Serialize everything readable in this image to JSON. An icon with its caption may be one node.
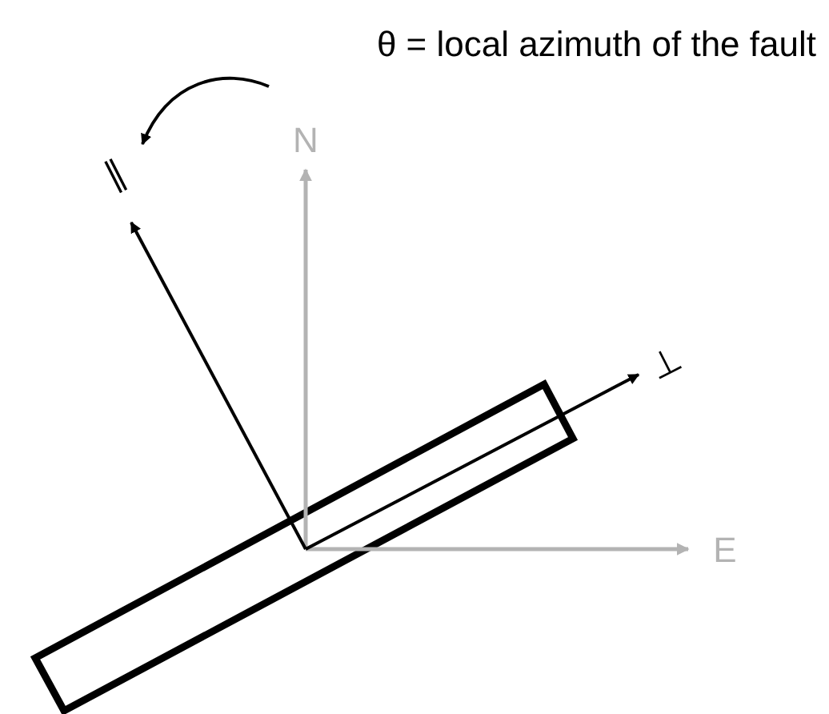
{
  "diagram": {
    "title": "θ = local azimuth of the fault",
    "labels": [
      "N",
      "∥",
      "⊥",
      "E"
    ]
  }
}
